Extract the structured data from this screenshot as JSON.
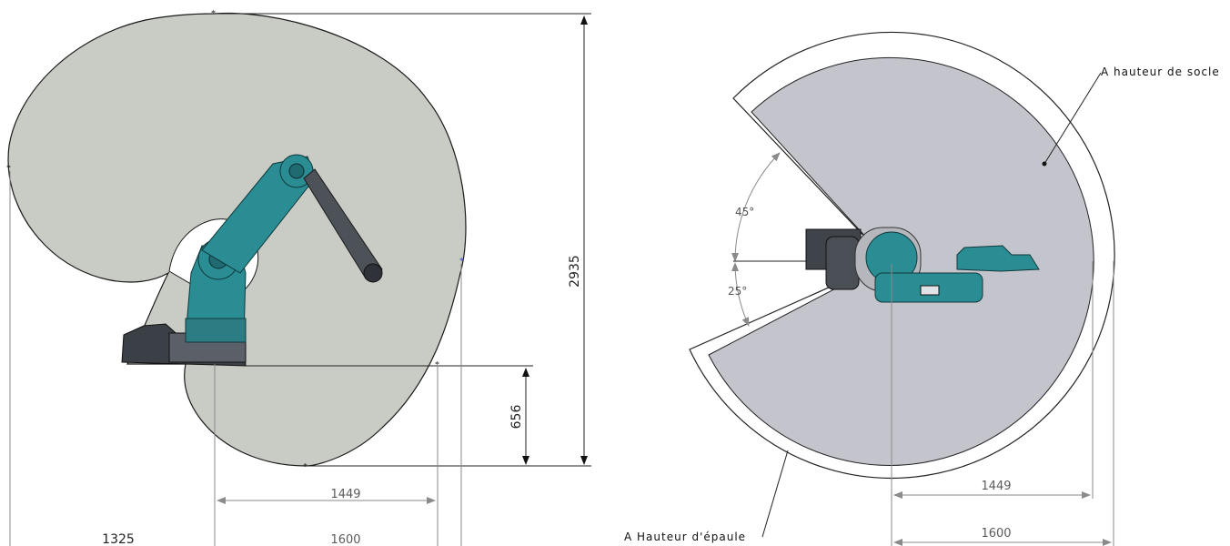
{
  "left_view": {
    "dimensions": {
      "total_height": "2935",
      "base_to_bottom": "656",
      "reach_base": "1449",
      "reach_max": "1600",
      "rear_reach": "1325"
    }
  },
  "right_view": {
    "dimensions": {
      "reach_base": "1449",
      "reach_max": "1600"
    },
    "angles": {
      "upper": "45°",
      "lower": "25°"
    },
    "notes": {
      "base_height": "A hauteur de socle",
      "shoulder_height": "A Hauteur d'épaule"
    }
  },
  "colors": {
    "workspace_left": "#c9ccc5",
    "workspace_right": "#c4c5cc",
    "robot_accent": "#2a8d94"
  }
}
